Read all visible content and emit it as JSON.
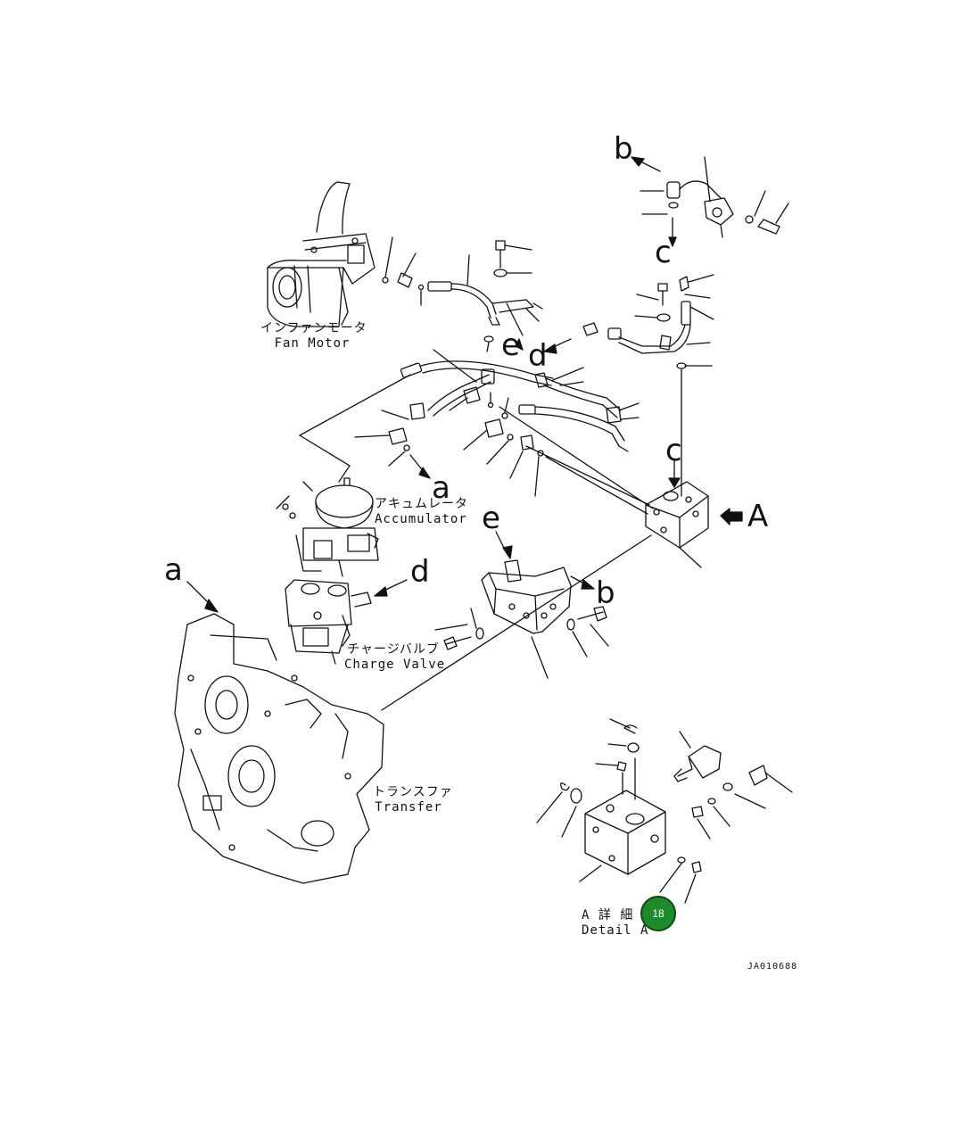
{
  "diagram": {
    "components": {
      "fan_motor": {
        "jp": "インファンモータ",
        "en": "Fan Motor"
      },
      "accumulator": {
        "jp": "アキュムレータ",
        "en": "Accumulator"
      },
      "charge_valve": {
        "jp": "チャージバルブ",
        "en": "Charge Valve"
      },
      "transfer": {
        "jp": "トランスファ",
        "en": "Transfer"
      },
      "detail": {
        "jp": "A 詳 細",
        "en": "Detail A"
      }
    },
    "reference_letters": {
      "a": "a",
      "b": "b",
      "c": "c",
      "d": "d",
      "e": "e",
      "A": "A"
    },
    "badge": "18",
    "drawing_code": "JA010688"
  },
  "colors": {
    "line": "#111111",
    "badge_fill": "#1f8a2b",
    "badge_border": "#0b4a12"
  }
}
